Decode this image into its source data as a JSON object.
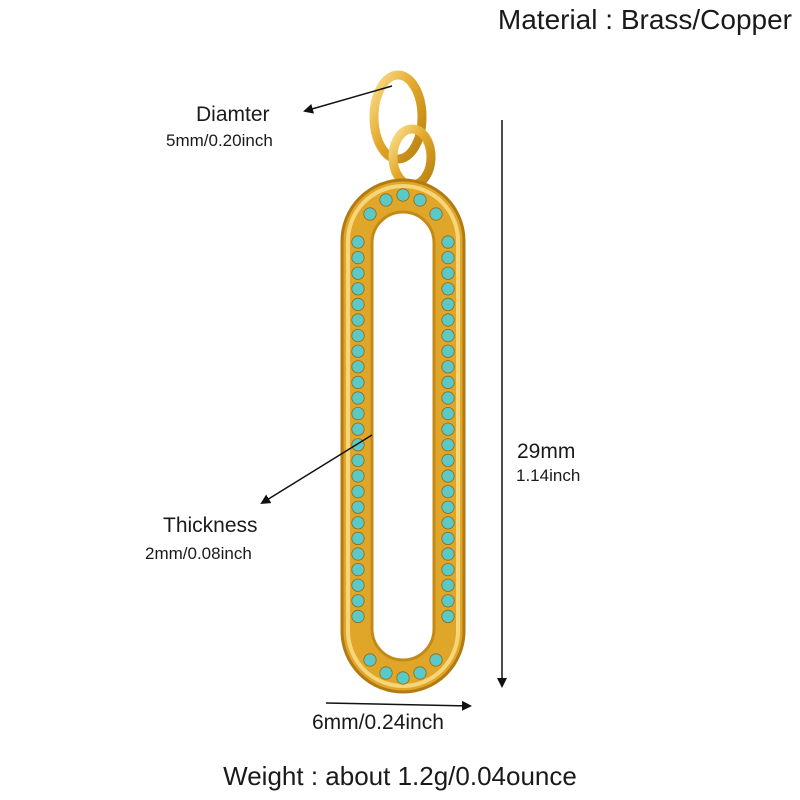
{
  "header": {
    "material": "Material : Brass/Copper"
  },
  "annotations": {
    "diameter": {
      "label": "Diamter",
      "value": "5mm/0.20inch"
    },
    "thickness": {
      "label": "Thickness",
      "value": "2mm/0.08inch"
    },
    "length": {
      "mm": "29mm",
      "inch": "1.14inch"
    },
    "width": {
      "value": "6mm/0.24inch"
    }
  },
  "footer": {
    "weight": "Weight : about 1.2g/0.04ounce"
  },
  "colors": {
    "gold": "#e0a62a",
    "gold_light": "#f7d67a",
    "gold_dark": "#b27a10",
    "turquoise": "#5cc9c9",
    "arrow": "#111111"
  }
}
